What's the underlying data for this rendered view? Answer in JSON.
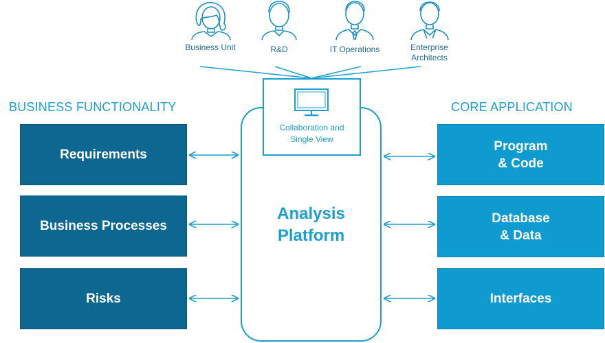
{
  "roles": [
    {
      "label": "Business Unit",
      "icon": "woman-person-icon"
    },
    {
      "label": "R&D",
      "icon": "man-person-icon"
    },
    {
      "label": "IT Operations",
      "icon": "man-tie-person-icon"
    },
    {
      "label": "Enterprise\nArchitects",
      "icon": "man-suit-person-icon"
    }
  ],
  "hub": {
    "label": "Collaboration and\nSingle View",
    "icon": "monitor-icon"
  },
  "platform": {
    "title": "Analysis\nPlatform"
  },
  "left_section": {
    "heading": "BUSINESS FUNCTIONALITY",
    "items": [
      "Requirements",
      "Business Processes",
      "Risks"
    ]
  },
  "right_section": {
    "heading": "CORE APPLICATION",
    "items": [
      "Program\n& Code",
      "Database\n& Data",
      "Interfaces"
    ]
  },
  "colors": {
    "accent": "#1a9fd0",
    "dark_box": "#0e6790",
    "light_box": "#0f9ad0",
    "icon_stroke": "#1a8fc4"
  }
}
